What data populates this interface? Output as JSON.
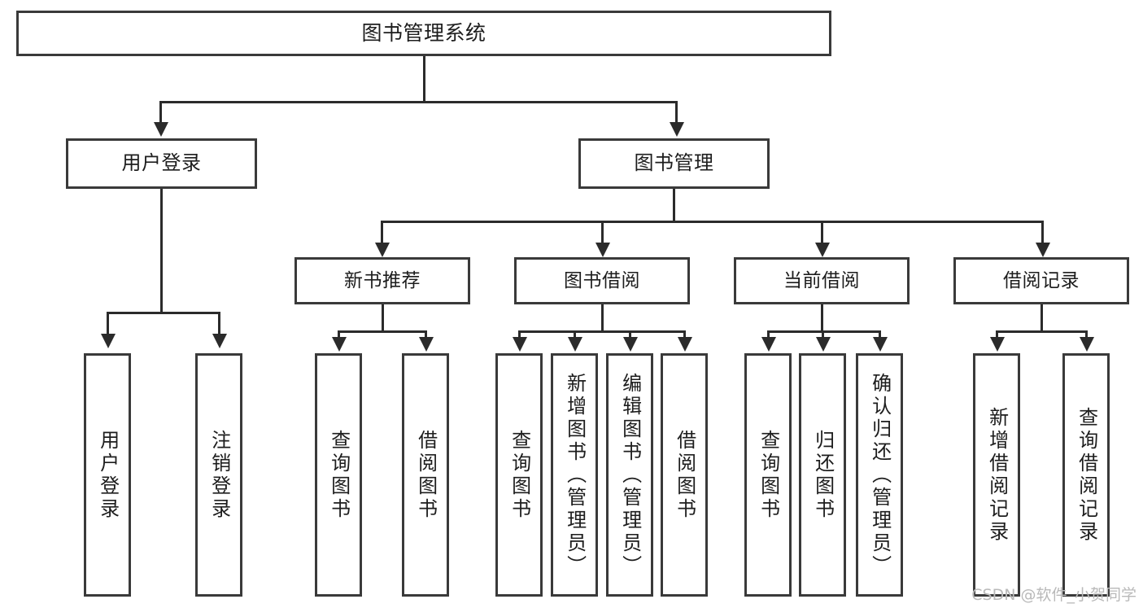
{
  "diagram": {
    "title": "图书管理系统",
    "watermark": "CSDN @软件_小贺同学",
    "colors": {
      "box_border": "#3a3a3a",
      "connector": "#2b2b2b",
      "background": "#ffffff",
      "text": "#1d1d1d",
      "watermark": "#b9b9b9"
    },
    "root": {
      "label": "图书管理系统"
    },
    "level2": [
      {
        "label": "用户登录"
      },
      {
        "label": "图书管理"
      }
    ],
    "level3": [
      {
        "label": "新书推荐"
      },
      {
        "label": "图书借阅"
      },
      {
        "label": "当前借阅"
      },
      {
        "label": "借阅记录"
      }
    ],
    "leaves": {
      "user_login": [
        {
          "label": "用户登录"
        },
        {
          "label": "注销登录"
        }
      ],
      "new_book_recommend": [
        {
          "label": "查询图书"
        },
        {
          "label": "借阅图书"
        }
      ],
      "book_borrow": [
        {
          "label": "查询图书"
        },
        {
          "label": "新增图书（管理员）"
        },
        {
          "label": "编辑图书（管理员）"
        },
        {
          "label": "借阅图书"
        }
      ],
      "current_borrow": [
        {
          "label": "查询图书"
        },
        {
          "label": "归还图书"
        },
        {
          "label": "确认归还（管理员）"
        }
      ],
      "borrow_record": [
        {
          "label": "新增借阅记录"
        },
        {
          "label": "查询借阅记录"
        }
      ]
    }
  }
}
